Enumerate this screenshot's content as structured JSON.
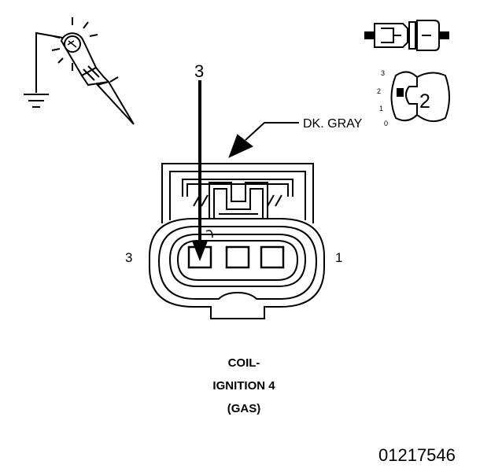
{
  "connector": {
    "pin_left_label": "3",
    "pin_right_label": "1",
    "wire_color_label": "DK. GRAY",
    "probe_arrow_label": "3"
  },
  "caption": {
    "line1": "COIL-",
    "line2": "IGNITION 4",
    "line3": "(GAS)"
  },
  "selector": {
    "scale": [
      "3",
      "2",
      "1",
      "0"
    ],
    "value": "2"
  },
  "figure_number": "01217546"
}
